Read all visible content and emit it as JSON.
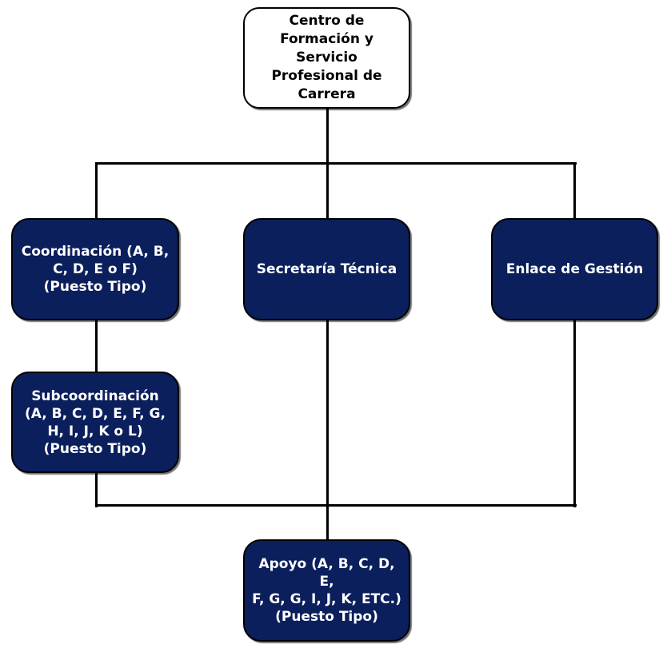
{
  "colors": {
    "node_fill": "#0b1f5c",
    "node_text": "#ffffff",
    "root_fill": "#ffffff",
    "root_text": "#000000",
    "connector": "#000000"
  },
  "root": {
    "label": "Centro de\nFormación y\nServicio\nProfesional de\nCarrera"
  },
  "level1": [
    {
      "label": "Coordinación (A, B,\nC, D, E o F)\n(Puesto Tipo)"
    },
    {
      "label": "Secretaría Técnica"
    },
    {
      "label": "Enlace de Gestión"
    }
  ],
  "level2": [
    {
      "label": "Subcoordinación\n(A, B, C, D, E, F, G,\nH, I, J, K o L)\n(Puesto Tipo)"
    }
  ],
  "level3": [
    {
      "label": "Apoyo (A, B, C, D, E,\nF, G, G, I, J, K, ETC.)\n(Puesto Tipo)"
    }
  ]
}
